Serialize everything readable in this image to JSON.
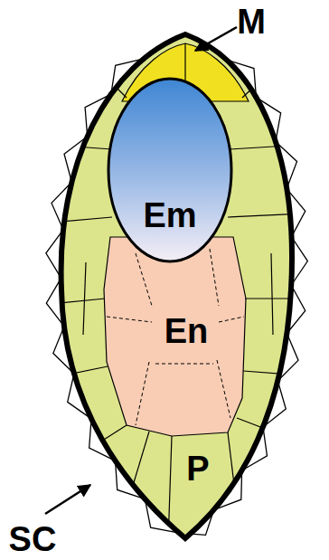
{
  "diagram": {
    "labels": [
      "M",
      "Em",
      "En",
      "P",
      "SC"
    ]
  }
}
